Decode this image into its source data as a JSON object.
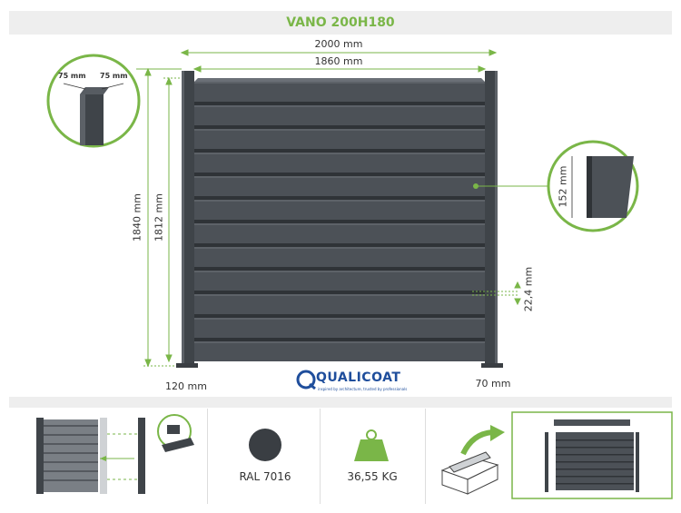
{
  "title": "VANO 200H180",
  "colors": {
    "accent": "#7ab648",
    "panel": "#4a4f55",
    "panel_dark": "#3a3e43",
    "band": "#eeeeee"
  },
  "dimensions": {
    "total_width": "2000 mm",
    "panel_width": "1860 mm",
    "total_height": "1840 mm",
    "panel_height": "1812 mm",
    "post_base": "120 mm",
    "post_width": "70 mm",
    "gap": "22,4 mm",
    "slat_height": "152 mm",
    "post_section_a": "75 mm",
    "post_section_b": "75 mm"
  },
  "logo": {
    "brand": "QUALICOAT",
    "tagline": "inspired by architecture, trusted by professionals"
  },
  "features": [
    {
      "label": "RAL 7016",
      "icon": "color-swatch-icon"
    },
    {
      "label": "36,55 KG",
      "icon": "weight-icon"
    }
  ]
}
